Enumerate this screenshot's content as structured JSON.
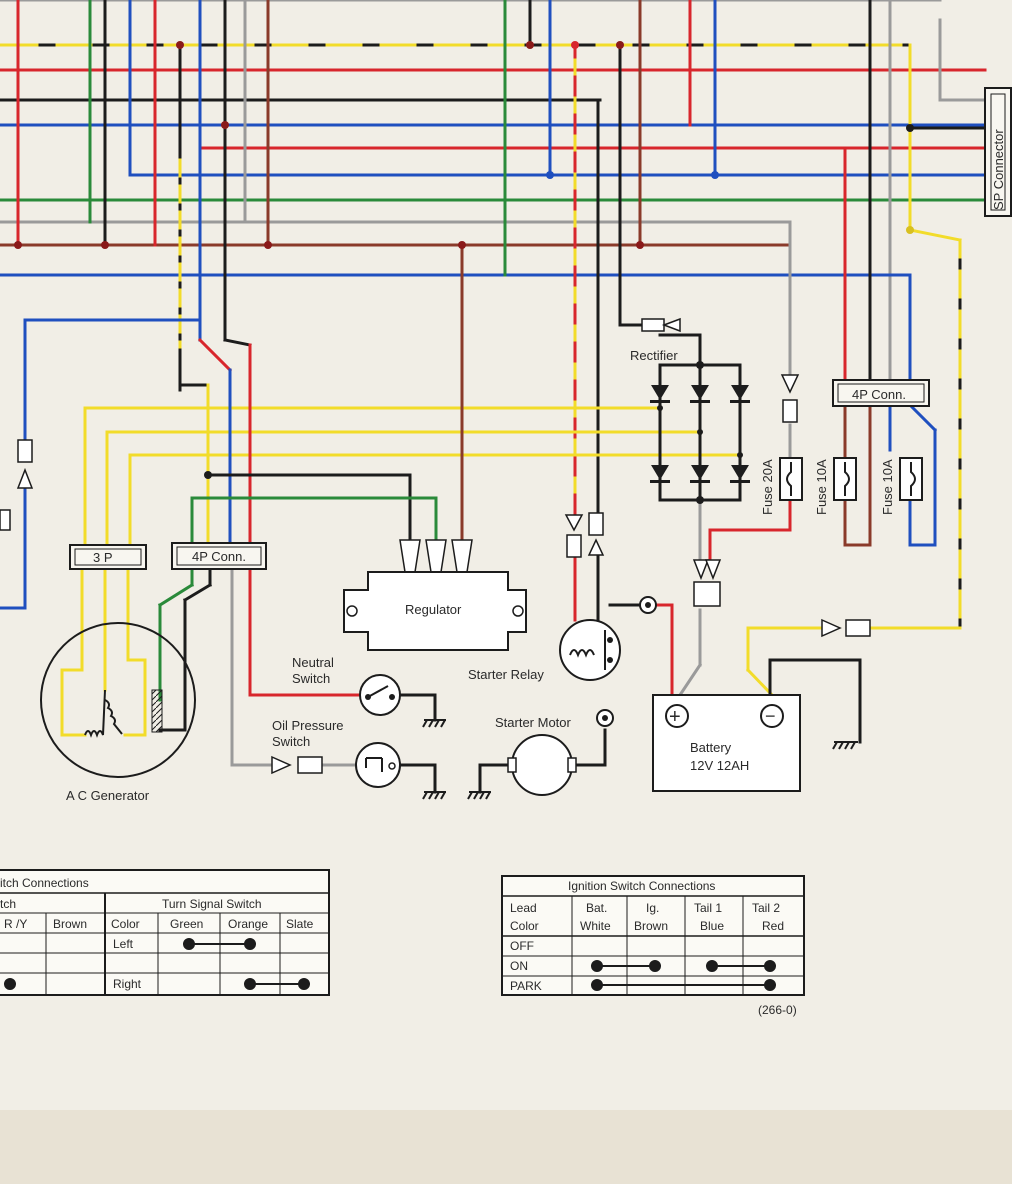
{
  "colors": {
    "paper": "#f1eee6",
    "black": "#1c1c1c",
    "red": "#d8262c",
    "blue": "#1f4fbf",
    "yellow": "#f2dc2a",
    "green": "#2a8a3a",
    "brown": "#8a3a2a",
    "gray": "#9a9a9a"
  },
  "labels": {
    "sp_connector": "SP Connector",
    "rectifier": "Rectifier",
    "four_p_conn_right": "4P Conn.",
    "four_p_conn_left": "4P Conn.",
    "three_p": "3 P",
    "fuse_20a": "Fuse 20A",
    "fuse_10a_1": "Fuse 10A",
    "fuse_10a_2": "Fuse 10A",
    "regulator": "Regulator",
    "neutral_switch_1": "Neutral",
    "neutral_switch_2": "Switch",
    "oil_pressure_1": "Oil Pressure",
    "oil_pressure_2": "Switch",
    "starter_relay": "Starter Relay",
    "starter_motor": "Starter Motor",
    "battery_1": "Battery",
    "battery_2": "12V 12AH",
    "battery_plus": "+",
    "battery_minus": "−",
    "ac_generator": "A C Generator",
    "figure_no": "(266-0)"
  },
  "switch_table": {
    "title": "itch Connections",
    "sub_left": "tch",
    "sub_right": "Turn Signal Switch",
    "head": [
      "R /Y",
      "Brown",
      "Color",
      "Green",
      "Orange",
      "Slate"
    ],
    "rows": [
      "Left",
      "Right"
    ]
  },
  "ignition_table": {
    "title": "Ignition Switch Connections",
    "lead_label": "Lead",
    "color_label": "Color",
    "leads": [
      "Bat.",
      "Ig.",
      "Tail 1",
      "Tail 2"
    ],
    "colors": [
      "White",
      "Brown",
      "Blue",
      "Red"
    ],
    "rows": [
      "OFF",
      "ON",
      "PARK"
    ]
  }
}
